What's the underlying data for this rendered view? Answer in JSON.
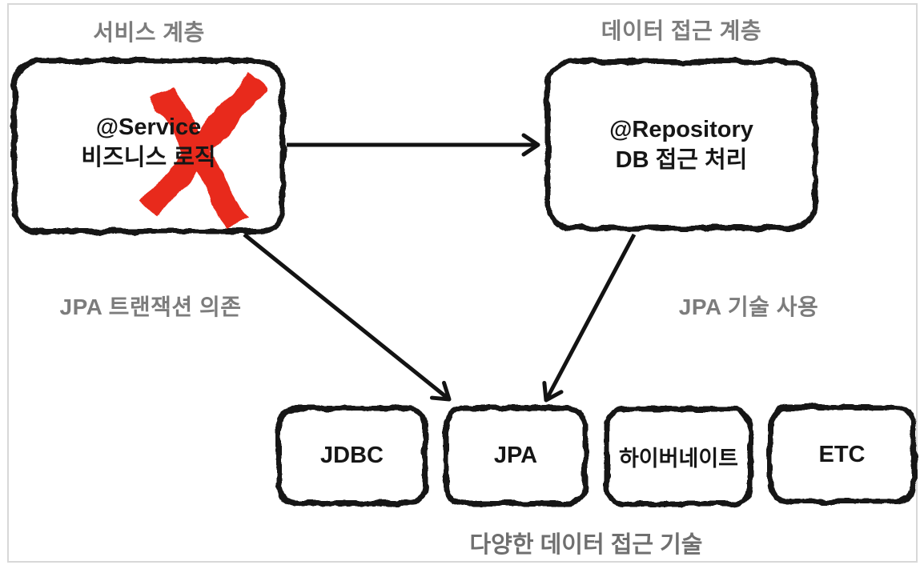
{
  "diagram": {
    "service_layer": {
      "title": "서비스 계층",
      "box": {
        "line1": "@Service",
        "line2": "비즈니스 로직"
      }
    },
    "data_access_layer": {
      "title": "데이터 접근 계층",
      "box": {
        "line1": "@Repository",
        "line2": "DB 접근 처리"
      }
    },
    "edge_labels": {
      "service_to_jpa": "JPA 트랜잭션 의존",
      "repository_to_jpa": "JPA 기술 사용"
    },
    "technologies": [
      "JDBC",
      "JPA",
      "하이버네이트",
      "ETC"
    ],
    "caption": "다양한 데이터 접근 기술",
    "icons": {
      "cross": "red-x-strikethrough"
    },
    "colors": {
      "stroke_black": "#131313",
      "label_gray": "#7c7c7c",
      "cross_red": "#e8291c",
      "frame_gray": "#d8d8d8",
      "background": "#ffffff"
    }
  }
}
